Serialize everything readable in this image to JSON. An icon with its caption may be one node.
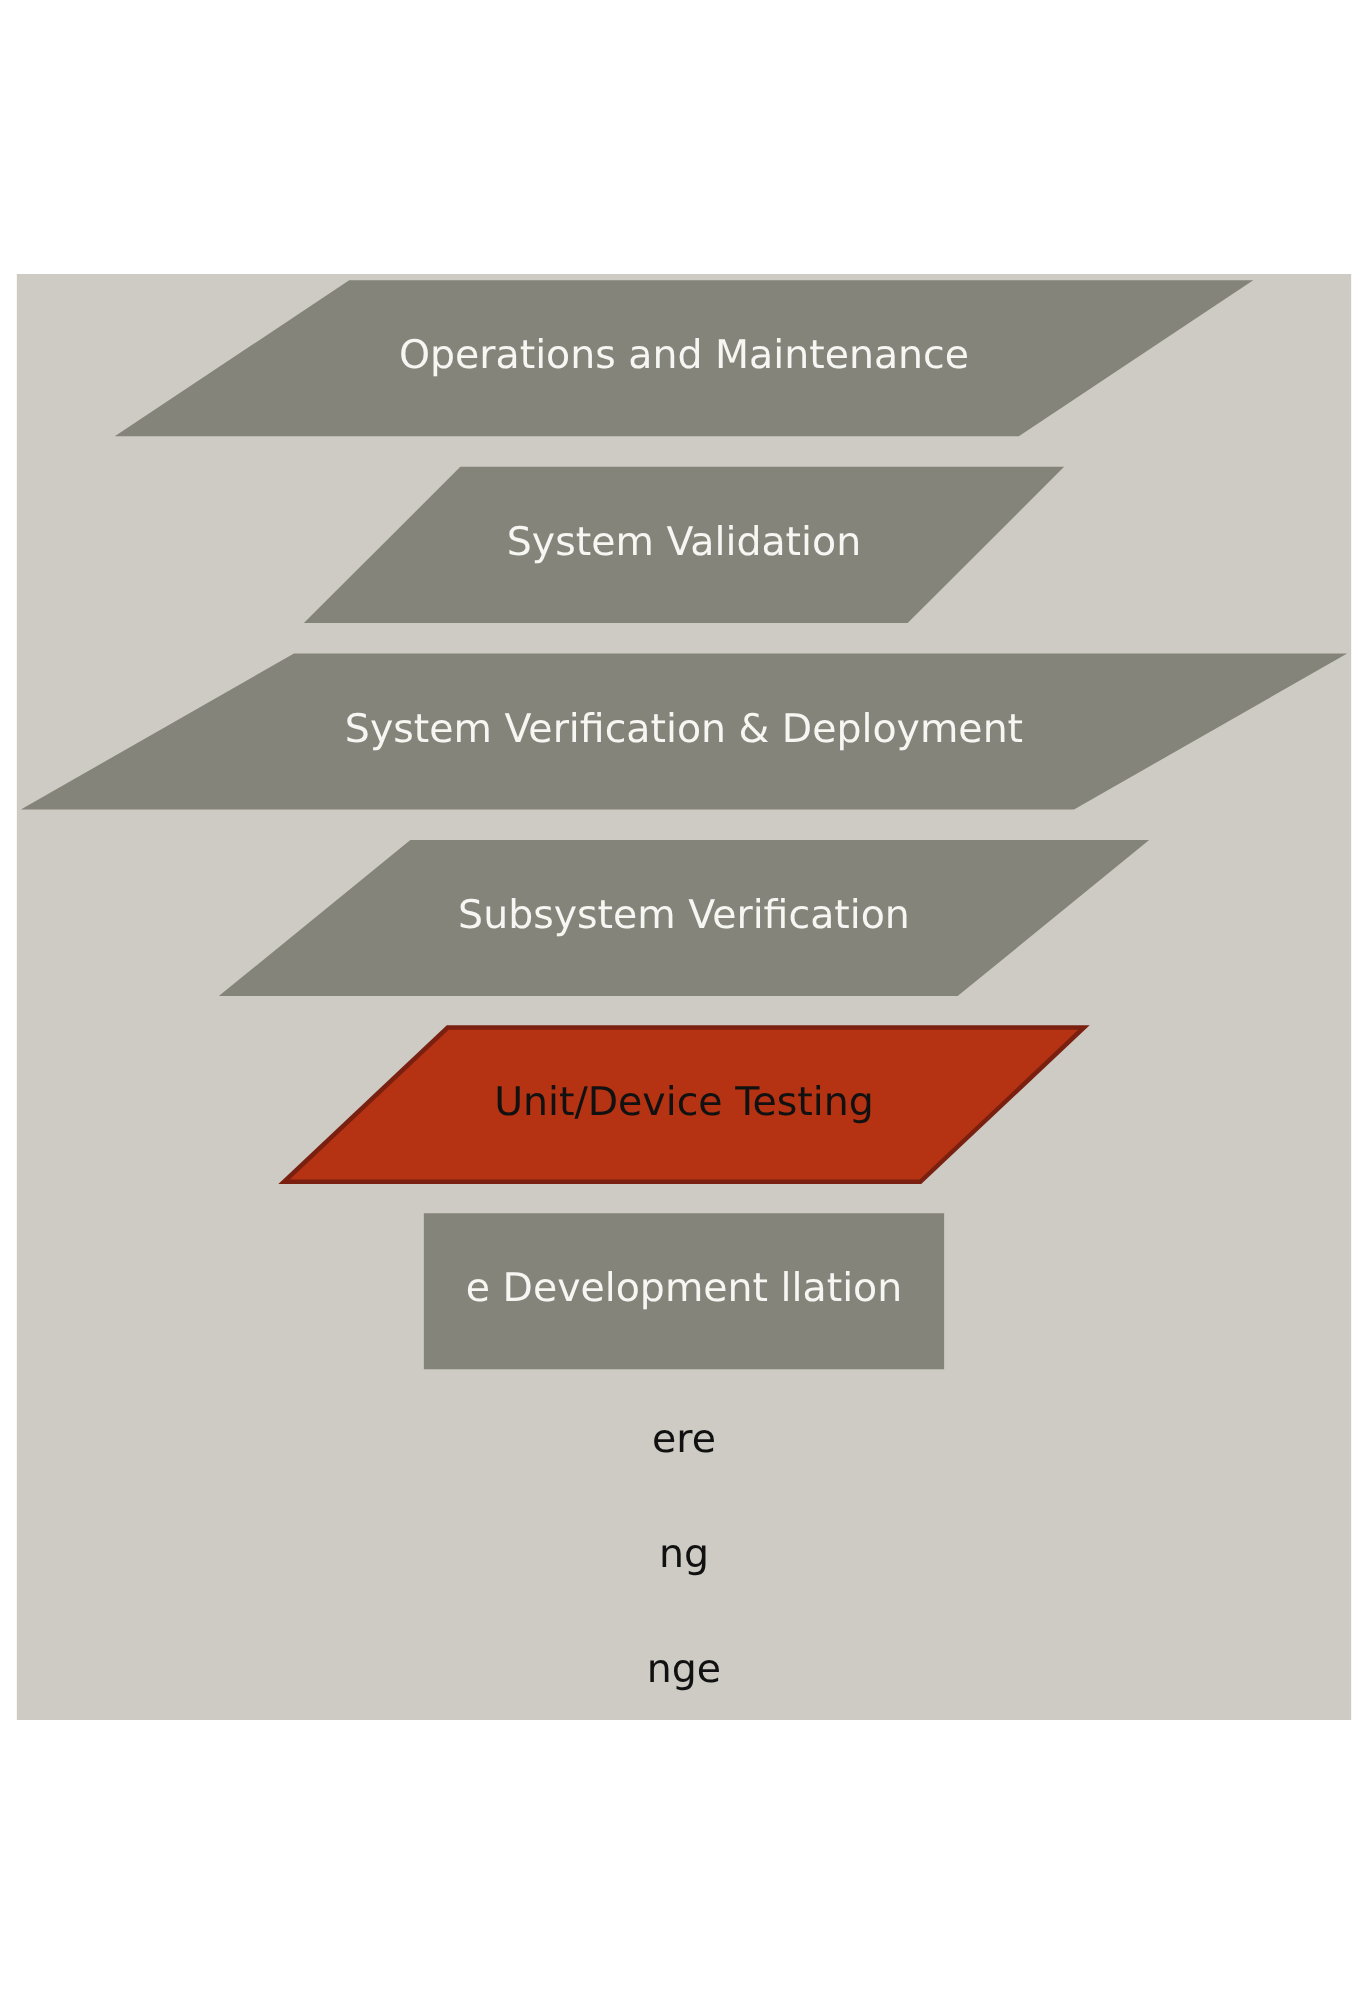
{
  "diagram": {
    "nodes": [
      {
        "text": [
          "Operations and Maintenance"
        ]
      },
      {
        "text": [
          "System Validation"
        ]
      },
      {
        "text": [
          "System Verification & Deployment"
        ]
      },
      {
        "text": [
          "Subsystem Verification"
        ]
      },
      {
        "text": [
          "Unit/Device Testing"
        ]
      },
      {
        "text": [
          "e Development llation"
        ]
      }
    ],
    "labels": [
      "ere",
      "ng",
      "nge"
    ]
  }
}
